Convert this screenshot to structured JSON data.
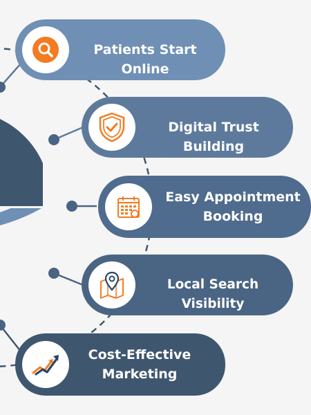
{
  "colors": {
    "background": "#f5f5f5",
    "pill_light": "#6f8fb5",
    "pill_mid": "#5d7a9c",
    "pill_dark": "#4a6583",
    "pill_darkest": "#3f566f",
    "accent_orange": "#f47b20",
    "icon_navy": "#2b4566"
  },
  "items": [
    {
      "label": "Patients Start Online",
      "icon": "search-icon"
    },
    {
      "label": "Digital Trust Building",
      "icon": "shield-check-icon"
    },
    {
      "label": "Easy Appointment\nBooking",
      "icon": "calendar-icon"
    },
    {
      "label": "Local Search Visibility",
      "icon": "map-pin-icon"
    },
    {
      "label": "Cost-Effective\nMarketing",
      "icon": "growth-chart-icon"
    }
  ]
}
